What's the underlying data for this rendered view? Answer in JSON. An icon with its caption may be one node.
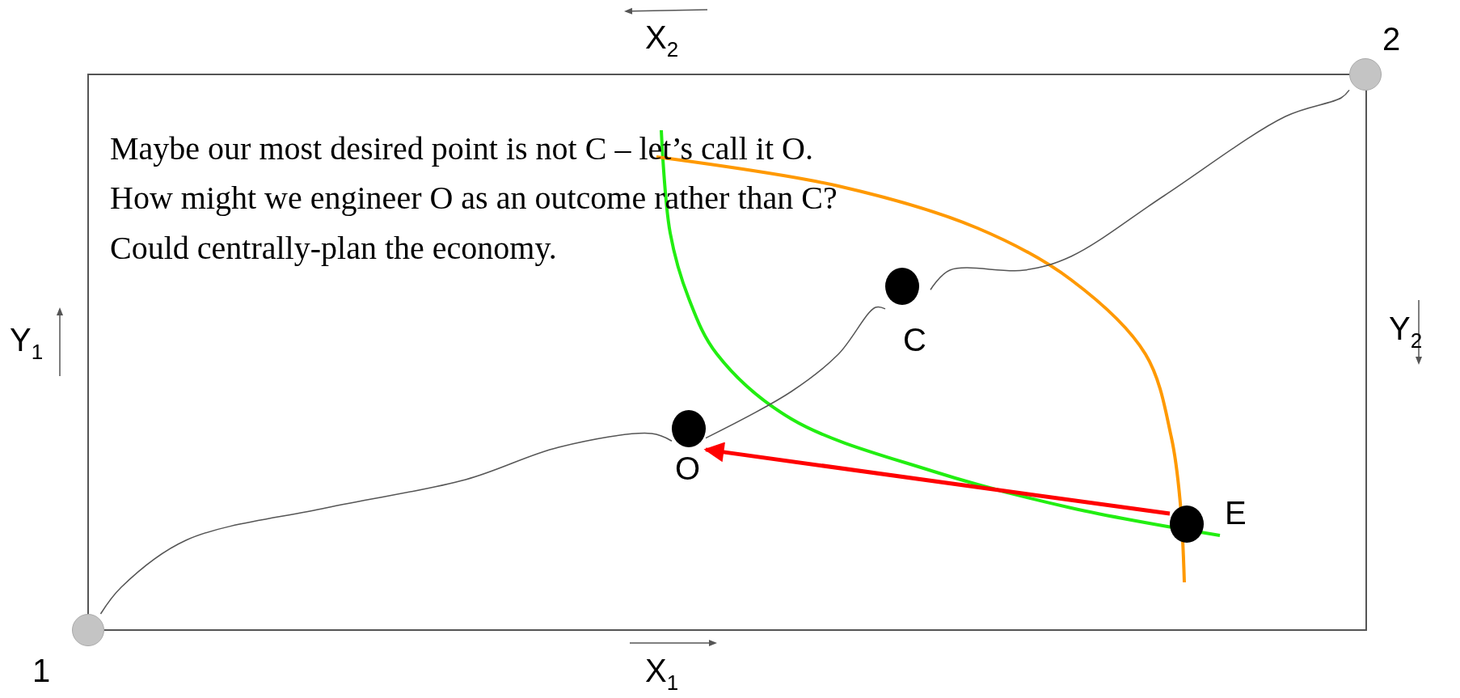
{
  "diagram": {
    "nodes": [
      {
        "text": [],
        "shape": "circle"
      },
      {
        "text": [
          "C"
        ]
      },
      {
        "text": [
          "O"
        ]
      },
      {
        "text": [
          "E"
        ]
      },
      {
        "text": [],
        "shape": "circle"
      }
    ],
    "edges": [
      {
        "from": 4,
        "to": 2,
        "arrow": "none"
      },
      {
        "from": 2,
        "to": 1,
        "arrow": "none"
      },
      {
        "from": 1,
        "to": 0,
        "arrow": "none"
      },
      {
        "from": 3,
        "to": 2,
        "arrow": "to",
        "style": "thick",
        "color": "#ff0000"
      }
    ],
    "labels": [
      "X$_{2}$",
      "2",
      "Maybe our most desired point is not C – let’s call it O.",
      "How might we engineer O as an outcome rather than C?",
      "Could centrally-plan the economy.",
      "Y$_{1}$",
      "Y$_{2}$",
      "1",
      "X$_{1}$"
    ]
  }
}
